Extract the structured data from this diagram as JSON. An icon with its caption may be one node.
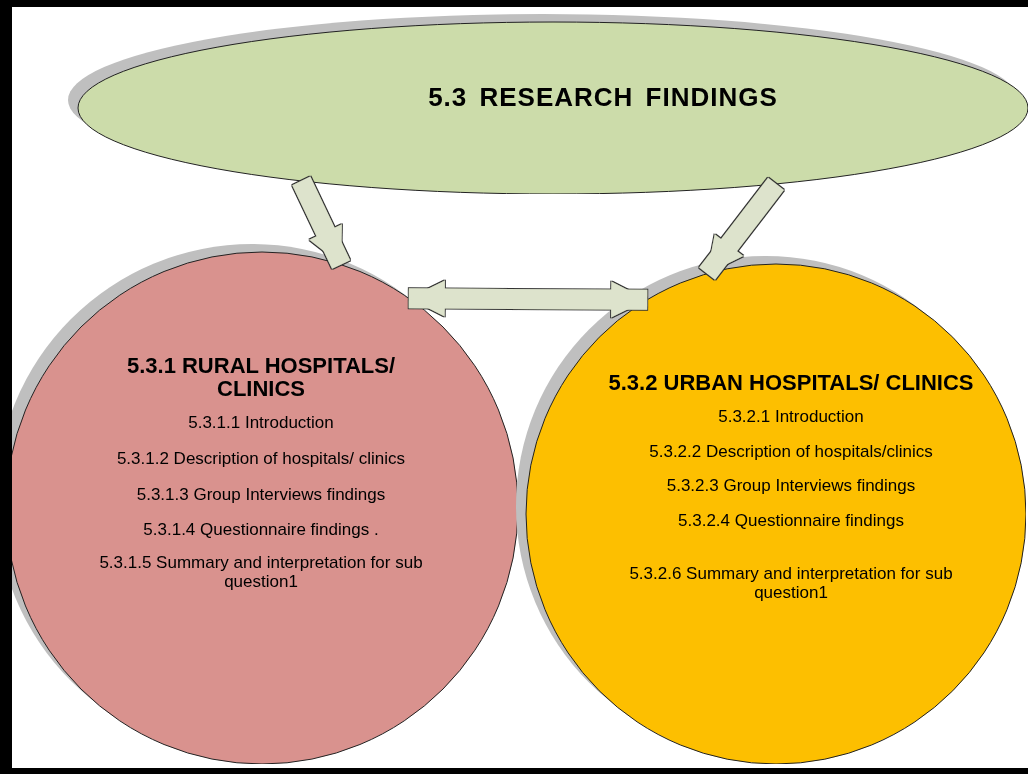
{
  "diagram": {
    "nodes": [
      {
        "text": [
          "5.3 RESEARCH FINDINGS"
        ]
      },
      {
        "text": [
          "5.3.1 RURAL HOSPITALS/ CLINICS",
          "5.3.1.1 Introduction",
          "5.3.1.2 Description of hospitals/ clinics",
          "5.3.1.3 Group Interviews findings",
          "5.3.1.4 Questionnaire findings .",
          "5.3.1.5 Summary and interpretation for sub question1"
        ]
      },
      {
        "text": [
          "5.3.2 URBAN HOSPITALS/ CLINICS",
          "5.3.2.1 Introduction",
          "5.3.2.2 Description of hospitals/clinics",
          "5.3.2.3 Group Interviews findings",
          "5.3.2.4 Questionnaire findings",
          "5.3.2.6 Summary and interpretation for sub question1"
        ]
      }
    ],
    "edges": [
      {
        "from": 0,
        "to": 1,
        "arrow": "to"
      },
      {
        "from": 0,
        "to": 2,
        "arrow": "to"
      },
      {
        "from": 1,
        "to": 2,
        "arrow": "both"
      }
    ]
  }
}
